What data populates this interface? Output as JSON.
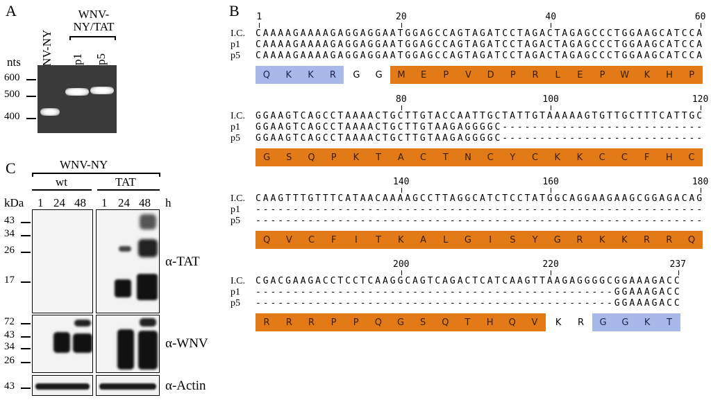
{
  "panelA": {
    "letter": "A",
    "lane_labels": [
      "WNV-NY",
      "p1",
      "p5"
    ],
    "group_label_line1": "WNV-",
    "group_label_line2": "NY/TAT",
    "unit": "nts",
    "markers": [
      "600",
      "500",
      "400"
    ]
  },
  "panelB": {
    "letter": "B",
    "blocks": [
      {
        "positions": [
          "1",
          "20",
          "40",
          "60"
        ],
        "rows": [
          {
            "label": "I.C.",
            "seq": "CAAAAGAAAAGAGGAGGAATGGAGCCAGTAGATCCTAGACTAGAGCCCTGGAAGCATCCA"
          },
          {
            "label": "p1",
            "seq": "CAAAAGAAAAGAGGAGGAATGGAGCCAGTAGATCCTAGACTAGAGCCCTGGAAGCATCCA"
          },
          {
            "label": "p5",
            "seq": "CAAAAGAAAAGAGGAGGAATGGAGCCAGTAGATCCTAGACTAGAGCCCTGGAAGCATCCA"
          }
        ],
        "segments": [
          {
            "style": "blue",
            "aa": [
              "Q",
              "K",
              "K",
              "R"
            ]
          },
          {
            "style": "plain",
            "aa": [
              "G",
              "G"
            ]
          },
          {
            "style": "orange",
            "aa": [
              "M",
              "E",
              "P",
              "V",
              "D",
              "P",
              "R",
              "L",
              "E",
              "P",
              "W",
              "K",
              "H",
              "P"
            ]
          }
        ]
      },
      {
        "positions": [
          "80",
          "100",
          "120"
        ],
        "rows": [
          {
            "label": "I.C.",
            "seq": "GGAAGTCAGCCTAAAACTGCTTGTACCAATTGCTATTGTAAAAAGTGTTGCTTTCATTGC"
          },
          {
            "label": "p1",
            "seq": "GGAAGTCAGCCTAAAACTGCTTGTAAGAGGGGC---------------------------"
          },
          {
            "label": "p5",
            "seq": "GGAAGTCAGCCTAAAACTGCTTGTAAGAGGGGC---------------------------"
          }
        ],
        "segments": [
          {
            "style": "orange",
            "aa": [
              "G",
              "S",
              "Q",
              "P",
              "K",
              "T",
              "A",
              "C",
              "T",
              "N",
              "C",
              "Y",
              "C",
              "K",
              "K",
              "C",
              "C",
              "F",
              "H",
              "C"
            ]
          }
        ]
      },
      {
        "positions": [
          "140",
          "160",
          "180"
        ],
        "rows": [
          {
            "label": "I.C.",
            "seq": "CAAGTTTGTTTCATAACAAAAGCCTTAGGCATCTCCTATGGCAGGAAGAAGCGGAGACAG"
          },
          {
            "label": "p1",
            "seq": "------------------------------------------------------------"
          },
          {
            "label": "p5",
            "seq": "------------------------------------------------------------"
          }
        ],
        "segments": [
          {
            "style": "orange",
            "aa": [
              "Q",
              "V",
              "C",
              "F",
              "I",
              "T",
              "K",
              "A",
              "L",
              "G",
              "I",
              "S",
              "Y",
              "G",
              "R",
              "K",
              "K",
              "R",
              "R",
              "Q"
            ]
          }
        ]
      },
      {
        "positions": [
          "200",
          "220",
          "237"
        ],
        "rows": [
          {
            "label": "I.C.",
            "seq": "CGACGAAGACCTCCTCAAGGCAGTCAGACTCATCAAGTTAAGAGGGGCGGAAAGACC"
          },
          {
            "label": "p1",
            "seq": "------------------------------------------------GGAAAGACC"
          },
          {
            "label": "p5",
            "seq": "------------------------------------------------GGAAAGACC"
          }
        ],
        "segments": [
          {
            "style": "orange",
            "aa": [
              "R",
              "R",
              "R",
              "P",
              "P",
              "Q",
              "G",
              "S",
              "Q",
              "T",
              "H",
              "Q",
              "V"
            ]
          },
          {
            "style": "plain",
            "aa": [
              "K",
              "R"
            ]
          },
          {
            "style": "blue",
            "aa": [
              "G",
              "G",
              "K",
              "T"
            ]
          }
        ]
      }
    ]
  },
  "panelC": {
    "letter": "C",
    "virus_label": "WNV-NY",
    "groups": [
      "wt",
      "TAT"
    ],
    "unit": "kDa",
    "timepoints": [
      "1",
      "24",
      "48"
    ],
    "time_unit": "h",
    "tat_markers": [
      "43",
      "34",
      "26",
      "17"
    ],
    "wnv_markers": [
      "72",
      "43",
      "34",
      "26"
    ],
    "actin_marker": "43",
    "antibodies": [
      "α-TAT",
      "α-WNV",
      "α-Actin"
    ]
  },
  "colors": {
    "orange": "#e27b17",
    "blue": "#a8b8e8"
  }
}
